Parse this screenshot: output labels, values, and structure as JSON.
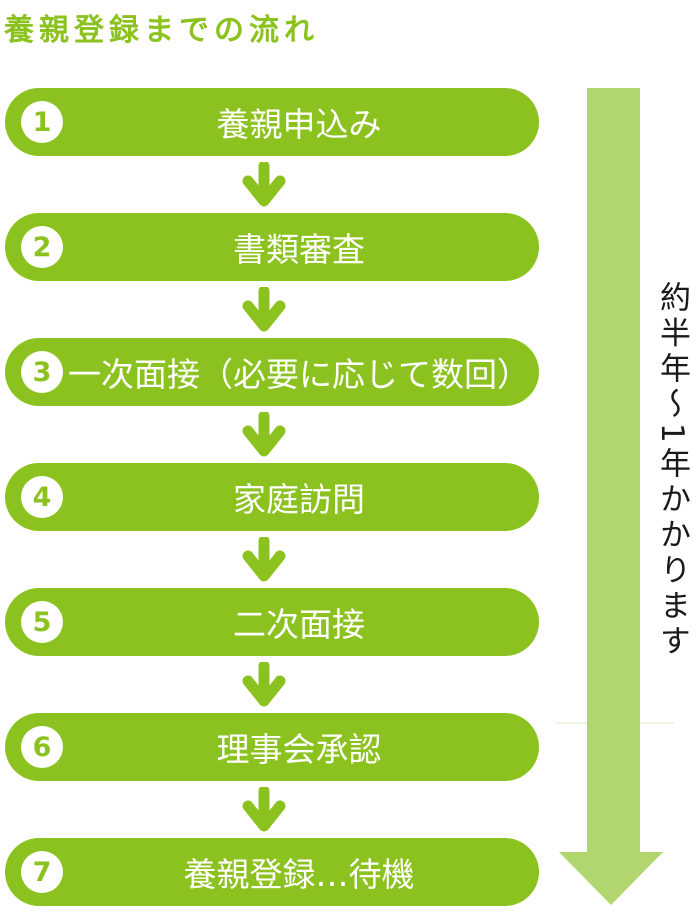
{
  "flow": {
    "title": "養親登録までの流れ",
    "steps": [
      {
        "number": "1",
        "label": "養親申込み"
      },
      {
        "number": "2",
        "label": "書類審査"
      },
      {
        "number": "3",
        "label": "一次面接（必要に応じて数回）"
      },
      {
        "number": "4",
        "label": "家庭訪問"
      },
      {
        "number": "5",
        "label": "二次面接"
      },
      {
        "number": "6",
        "label": "理事会承認"
      },
      {
        "number": "7",
        "label": "養親登録…待機"
      }
    ],
    "duration_note": "約半年〜1年かかります",
    "colors": {
      "primary_green": "#8CC21F",
      "light_green": "#B1D56F",
      "step_text": "#FFFFFF",
      "note_text": "#1A1A1A",
      "background": "#FFFFFF"
    }
  }
}
